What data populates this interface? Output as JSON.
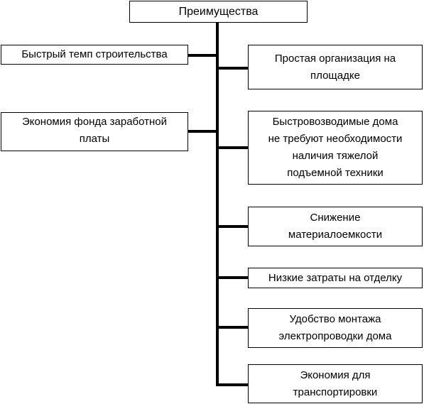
{
  "diagram": {
    "root": "Преимущества",
    "left_items": [
      "Быстрый темп строительства",
      "Экономия фонда заработной\nплаты"
    ],
    "right_items": [
      "Простая организация на\nплощадке",
      "Быстровозводимые дома\nне требуют необходимости\nналичия тяжелой\nподъемной техники",
      "Снижение\nматериалоемкости",
      "Низкие затраты на отделку",
      "Удобство монтажа\nэлектропроводки дома",
      "Экономия для\nтранспортировки"
    ]
  }
}
